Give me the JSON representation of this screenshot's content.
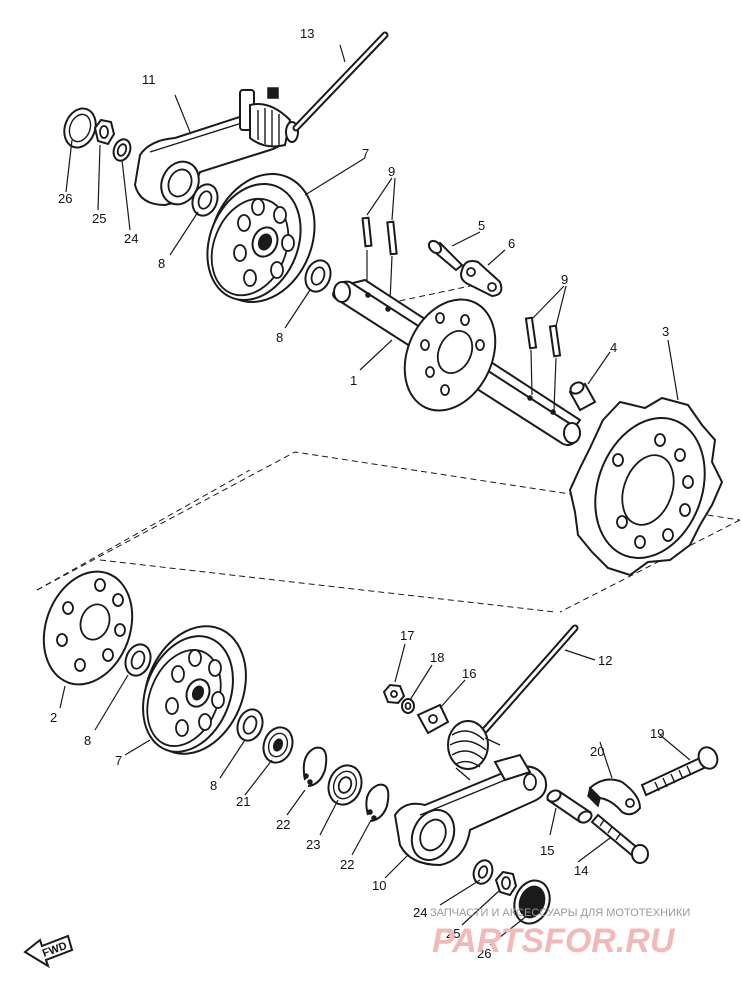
{
  "labels": {
    "p1": "1",
    "p2": "2",
    "p3": "3",
    "p4": "4",
    "p5": "5",
    "p6": "6",
    "p7a": "7",
    "p7b": "7",
    "p8a": "8",
    "p8b": "8",
    "p8c": "8",
    "p8d": "8",
    "p9a": "9",
    "p9b": "9",
    "p10": "10",
    "p11": "11",
    "p12": "12",
    "p13": "13",
    "p14": "14",
    "p15": "15",
    "p16": "16",
    "p17": "17",
    "p18": "18",
    "p19": "19",
    "p20": "20",
    "p21": "21",
    "p22a": "22",
    "p22b": "22",
    "p23": "23",
    "p24a": "24",
    "p24b": "24",
    "p25a": "25",
    "p25b": "25",
    "p26a": "26",
    "p26b": "26"
  },
  "watermark": {
    "line1": "ЗАПЧАСТИ И АКСЕССУАРЫ ДЛЯ МОТОТЕХНИКИ",
    "line2": "PARTSFOR.RU"
  },
  "fwd": {
    "label": "FWD"
  },
  "colors": {
    "ink": "#1a1a1a",
    "watermark_red": "#f3b8b8",
    "watermark_gray": "#9a9a9a"
  },
  "icons": {
    "fwd": "arrow-fwd-icon"
  }
}
